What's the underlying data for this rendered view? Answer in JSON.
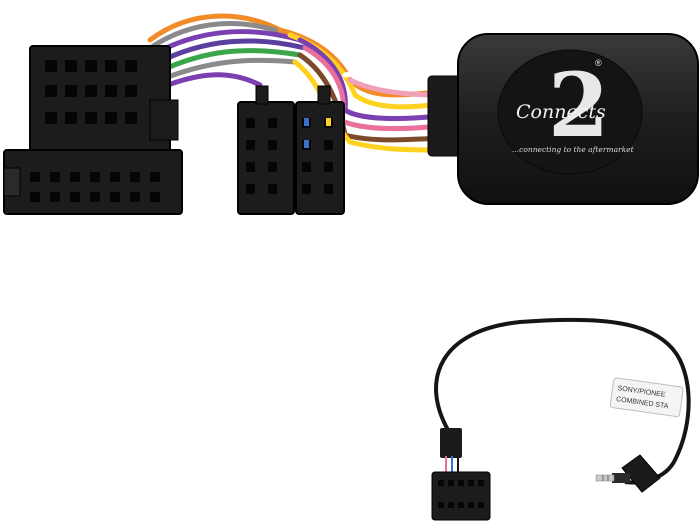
{
  "product": {
    "logo": {
      "numeral": "2",
      "wordmark": "Connects",
      "registered": "®",
      "tagline": "...connecting to the aftermarket"
    },
    "cable_label": {
      "line1": "SONY/PIONEE",
      "line2": "COMBINED STA"
    }
  },
  "colors": {
    "background": "#ffffff",
    "plastic": "#1c1c1c",
    "module": "#222222",
    "module_text": "#e8e8e8",
    "wires": [
      "#f28c28",
      "#7a3fb0",
      "#3aa64a",
      "#8a8a8a",
      "#ffd21f",
      "#e8709a",
      "#7a4a2a",
      "#ffffff",
      "#5a3fa0",
      "#f0a0b8"
    ]
  },
  "icons": [
    "iso-connector-icon",
    "control-module-icon",
    "patch-lead-icon",
    "jack-plug-icon"
  ]
}
